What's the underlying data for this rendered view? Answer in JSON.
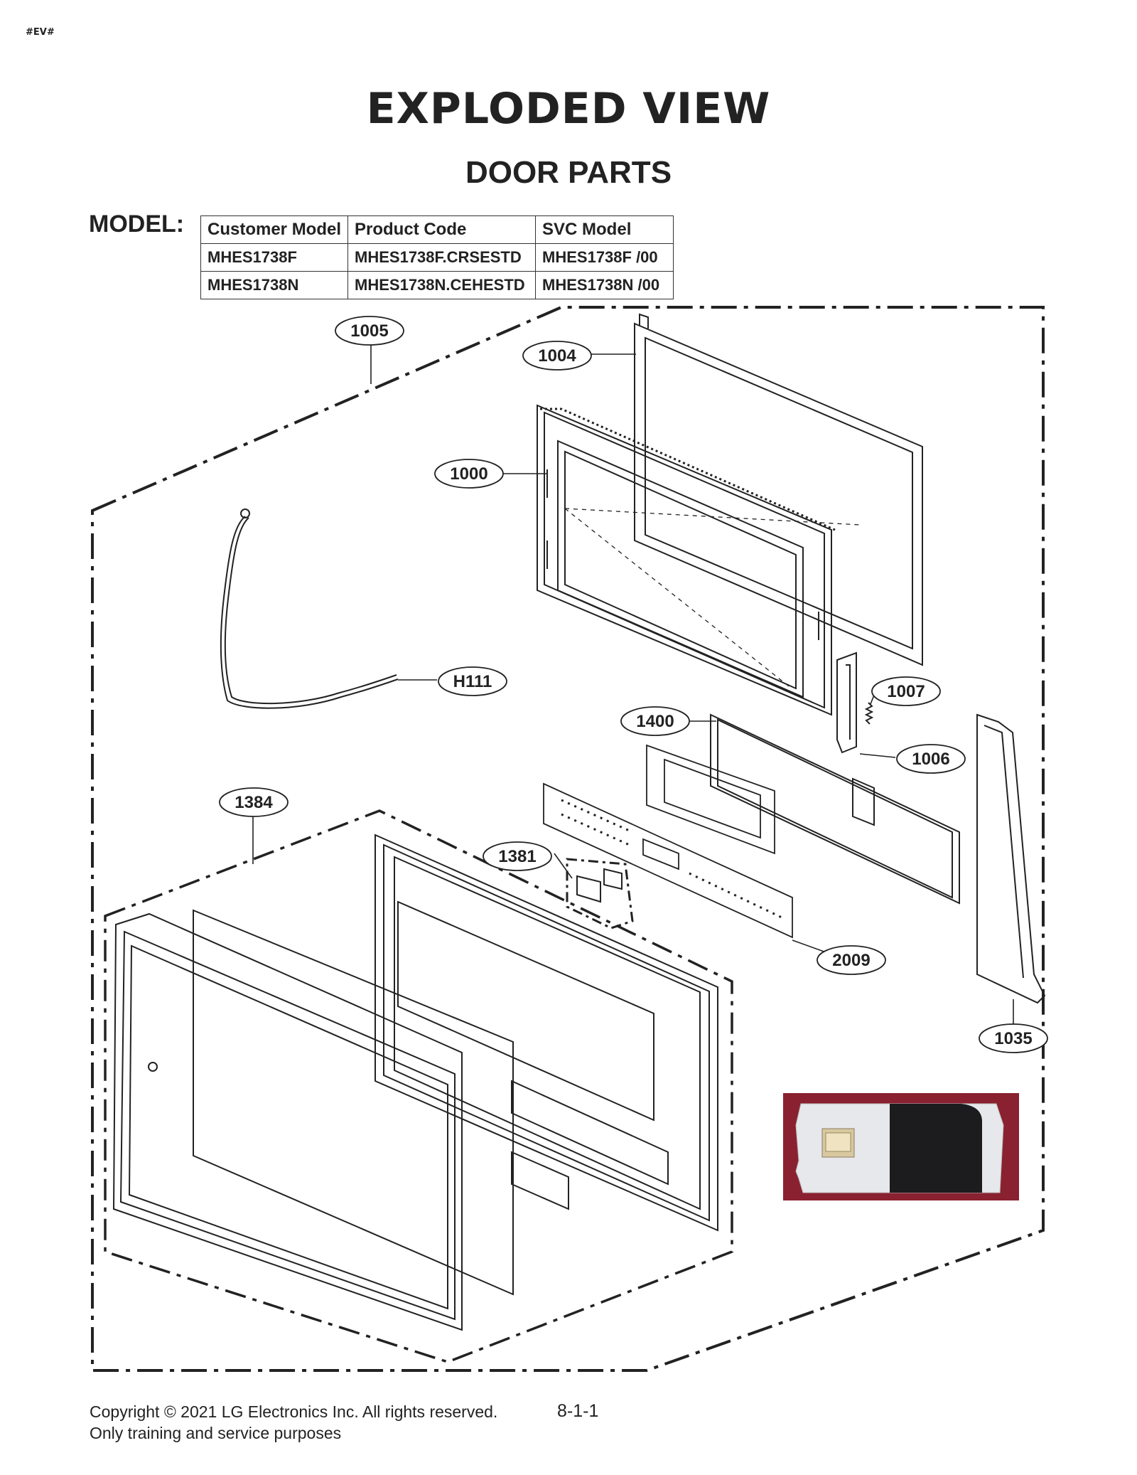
{
  "header": {
    "code_tag": "#EV#",
    "title": "EXPLODED VIEW",
    "subtitle": "DOOR PARTS"
  },
  "model": {
    "label": "MODEL:",
    "headers": [
      "Customer Model",
      "Product Code",
      "SVC Model"
    ],
    "rows": [
      [
        "MHES1738F",
        "MHES1738F.CRSESTD",
        "MHES1738F  /00"
      ],
      [
        "MHES1738N",
        "MHES1738N.CEHESTD",
        "MHES1738N  /00"
      ]
    ]
  },
  "callouts": {
    "c1005": "1005",
    "c1004": "1004",
    "c1000": "1000",
    "cH111": "H111",
    "c1007": "1007",
    "c1400": "1400",
    "c1006": "1006",
    "c1384": "1384",
    "c1381": "1381",
    "c2009": "2009",
    "c1035": "1035"
  },
  "footer": {
    "copyright": "Copyright © 2021 LG Electronics Inc. All rights reserved.",
    "note": "Only training and service purposes",
    "page": "8-1-1"
  }
}
